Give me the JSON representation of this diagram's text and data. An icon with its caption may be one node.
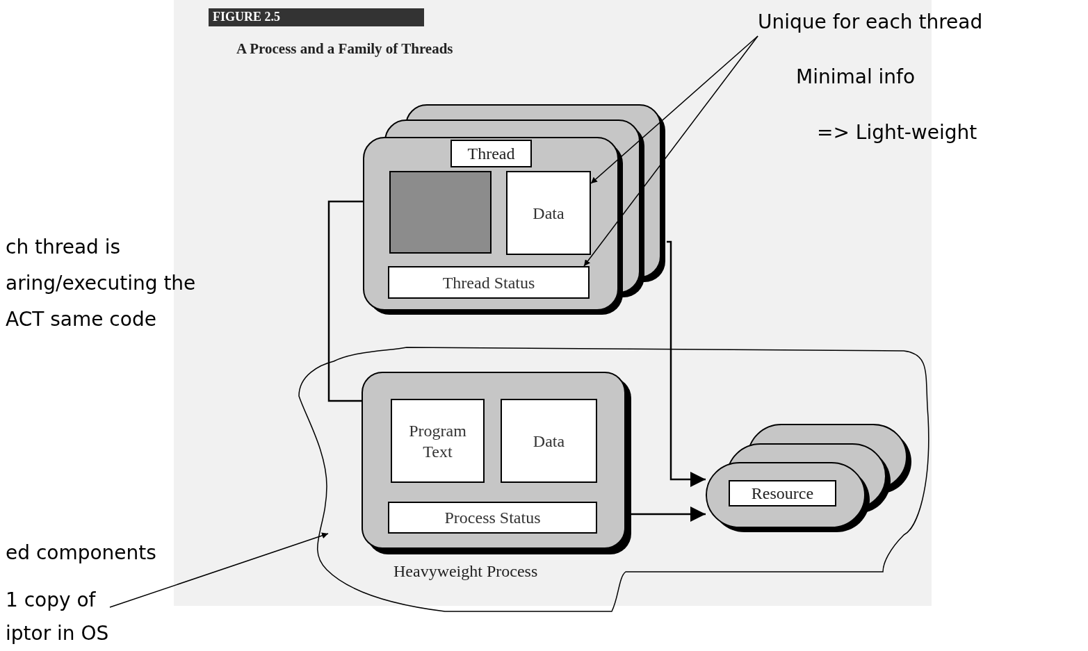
{
  "diagram": {
    "title": "A Process and a Family of Threads",
    "nodes": [
      {
        "text": [],
        "shape": "box"
      },
      {
        "text": [
          "Thread"
        ],
        "in": 0
      },
      {
        "text": [],
        "shape": "box",
        "in": 0
      },
      {
        "text": [
          "Data"
        ],
        "in": 0
      },
      {
        "text": [
          "Thread Status"
        ],
        "in": 0
      },
      {
        "text": [],
        "shape": "cloud"
      },
      {
        "text": [
          "Heavyweight Process"
        ],
        "in": 5
      },
      {
        "text": [
          "Program Text"
        ],
        "in": 6
      },
      {
        "text": [
          "Data"
        ],
        "in": 6
      },
      {
        "text": [
          "Process Status"
        ],
        "in": 6
      },
      {
        "text": [],
        "shape": "box",
        "in": 5
      },
      {
        "text": [
          "Resource"
        ],
        "in": 10
      },
      {
        "text": [
          "Unique for each thread"
        ]
      },
      {
        "text": [
          "1 copy of iptor in OS"
        ]
      }
    ],
    "edges": [
      {
        "from": 2,
        "to": 7,
        "arrow": "to"
      },
      {
        "from": 0,
        "to": 10,
        "arrow": "to"
      },
      {
        "from": 6,
        "to": 10,
        "arrow": "to"
      },
      {
        "from": 12,
        "to": 3,
        "arrow": "to"
      },
      {
        "from": 12,
        "to": 4,
        "arrow": "to"
      },
      {
        "from": 13,
        "to": 5,
        "arrow": "to"
      }
    ],
    "labels": [
      "FIGURE 2.5",
      "Minimal info",
      "=> Light-weight",
      "ch thread is aring/executing the ACT same code",
      "ed components"
    ]
  }
}
